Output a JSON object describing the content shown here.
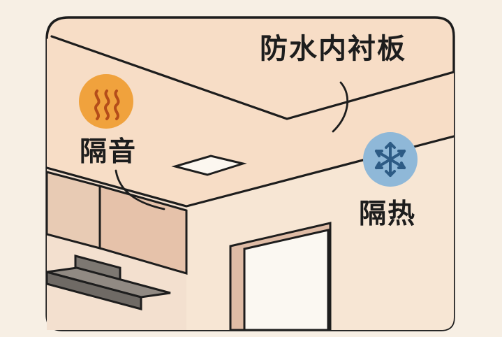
{
  "labels": {
    "lining": "防水内衬板",
    "sound": "隔音",
    "heat": "隔热"
  },
  "colors": {
    "background": "#f7efe4",
    "ceiling": "#f7ddc6",
    "wall": "#f3e0cf",
    "cabinet": "#e8cbb4",
    "door_frame": "#dfbca6",
    "sound_badge": "#f0a23d",
    "heat_badge": "#8fb8d8",
    "outline": "#1d1d1d"
  },
  "icons": {
    "sound": "heat-waves-icon",
    "heat": "snowflake-icon"
  }
}
